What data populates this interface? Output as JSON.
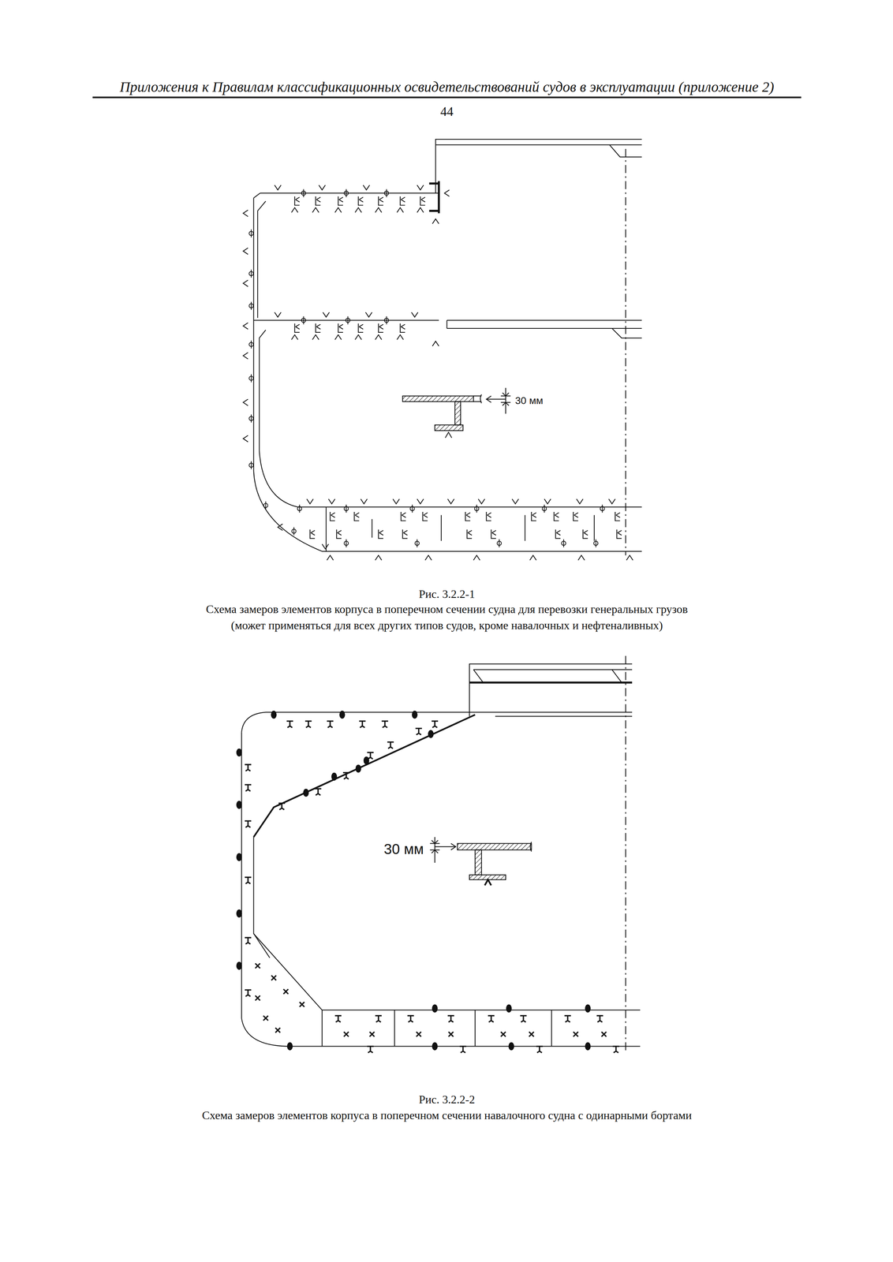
{
  "diagram": {
    "labels": [
      "Приложения к Правилам  классификационных освидетельствований судов в эксплуатации (приложение 2)",
      "44",
      "30 мм",
      "Рис. 3.2.2-1",
      "Схема замеров элементов корпуса в поперечном сечении судна для перевозки генеральных грузов",
      "(может применяться для всех других типов судов, кроме навалочных и нефтеналивных)",
      "30 мм",
      "Рис. 3.2.2-2",
      "Схема замеров элементов корпуса в поперечном сечении навалочного судна с одинарными бортами"
    ]
  }
}
